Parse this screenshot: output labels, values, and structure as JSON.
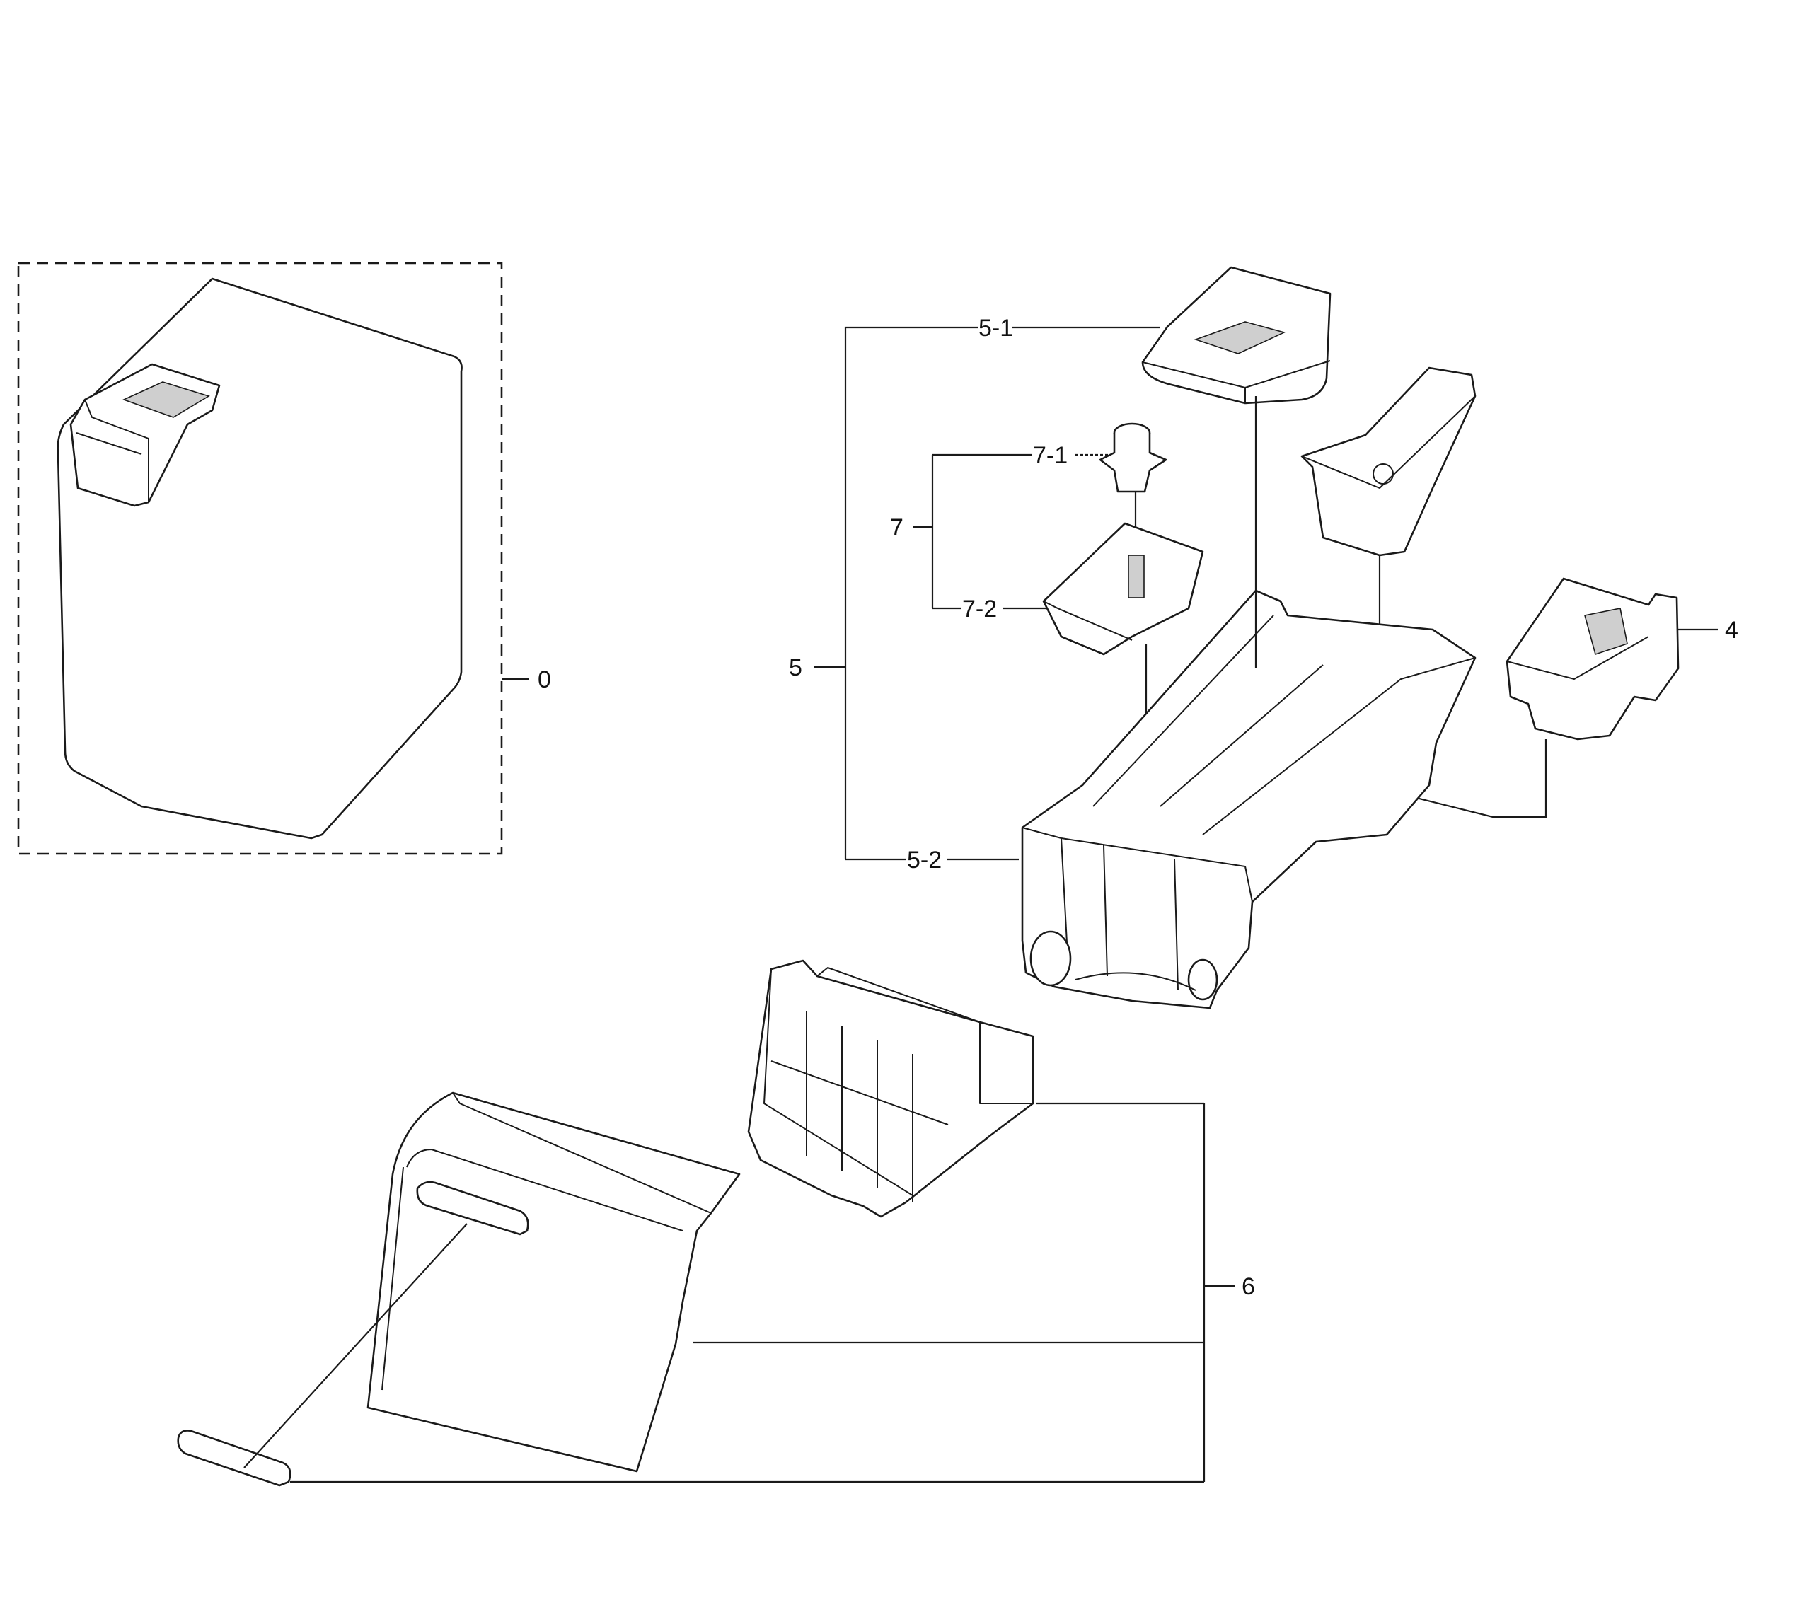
{
  "labels": {
    "l0": "0",
    "l4": "4",
    "l5": "5",
    "l5_1": "5-1",
    "l5_2": "5-2",
    "l6": "6",
    "l7": "7",
    "l7_1": "7-1",
    "l7_2": "7-2"
  },
  "colors": {
    "line": "#1a1a1a",
    "background": "#ffffff"
  }
}
